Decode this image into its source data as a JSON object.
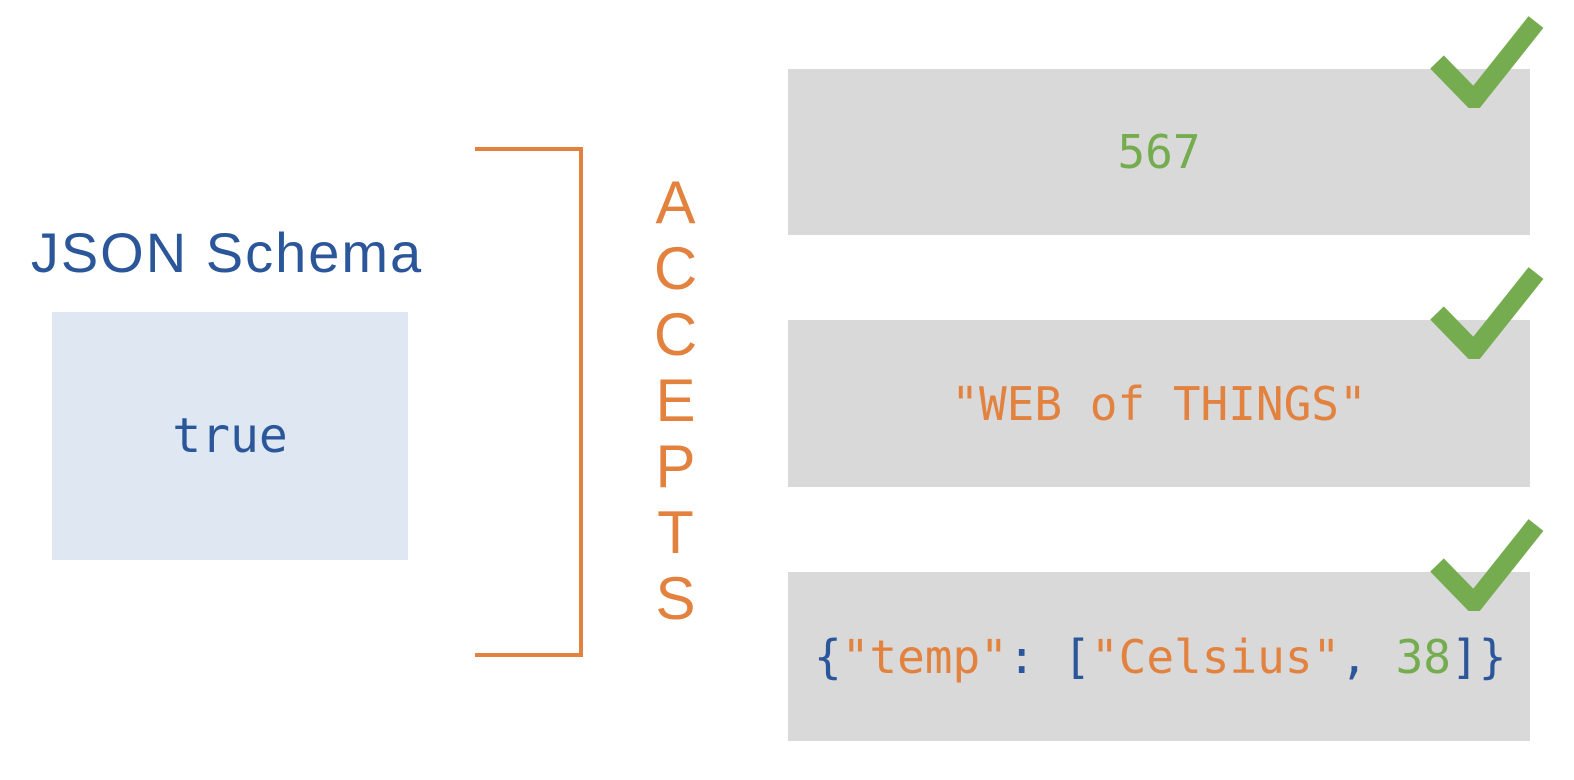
{
  "title": {
    "text": "JSON Schema"
  },
  "schema_box": {
    "value": "true"
  },
  "accepts": {
    "word": "ACCEPTS",
    "letters": [
      "A",
      "C",
      "C",
      "E",
      "P",
      "T",
      "S"
    ]
  },
  "instances": [
    {
      "tokens": [
        {
          "text": "567",
          "color": "green"
        }
      ],
      "status": "accepted",
      "status_icon": "checkmark-icon"
    },
    {
      "tokens": [
        {
          "text": "\"WEB of THINGS\"",
          "color": "orange"
        }
      ],
      "status": "accepted",
      "status_icon": "checkmark-icon"
    },
    {
      "tokens": [
        {
          "text": "{",
          "color": "blue"
        },
        {
          "text": "\"temp\"",
          "color": "orange"
        },
        {
          "text": ": ",
          "color": "blue"
        },
        {
          "text": "[",
          "color": "blue"
        },
        {
          "text": "\"Celsius\"",
          "color": "orange"
        },
        {
          "text": ", ",
          "color": "blue"
        },
        {
          "text": "38",
          "color": "green"
        },
        {
          "text": "]}",
          "color": "blue"
        }
      ],
      "status": "accepted",
      "status_icon": "checkmark-icon"
    }
  ],
  "colors": {
    "blue": "#2B579A",
    "orange": "#E2823E",
    "green": "#74AC4F",
    "instance_box_fill": "#D9D9D9",
    "schema_box_fill": "#DEE7F2"
  }
}
